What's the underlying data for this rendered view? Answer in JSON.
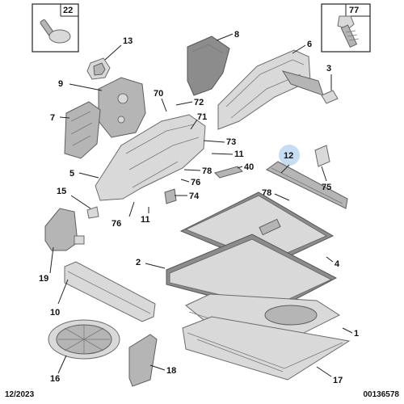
{
  "labels": {
    "l22": "22",
    "l77": "77",
    "l13": "13",
    "l8": "8",
    "l6": "6",
    "l3": "3",
    "l9": "9",
    "l70": "70",
    "l72": "72",
    "l7": "7",
    "l71": "71",
    "l73": "73",
    "l11a": "11",
    "l5": "5",
    "l40": "40",
    "l78a": "78",
    "l76a": "76",
    "l74": "74",
    "l12": "12",
    "l75": "75",
    "l15": "15",
    "l78b": "78",
    "l76b": "76",
    "l11b": "11",
    "l19": "19",
    "l2": "2",
    "l4": "4",
    "l1": "1",
    "l10": "10",
    "l16": "16",
    "l18": "18",
    "l17": "17"
  },
  "footer": {
    "date": "12/2023",
    "reference": "00136578"
  },
  "highlight": {
    "part": "12",
    "color": "#bcd7f2"
  }
}
